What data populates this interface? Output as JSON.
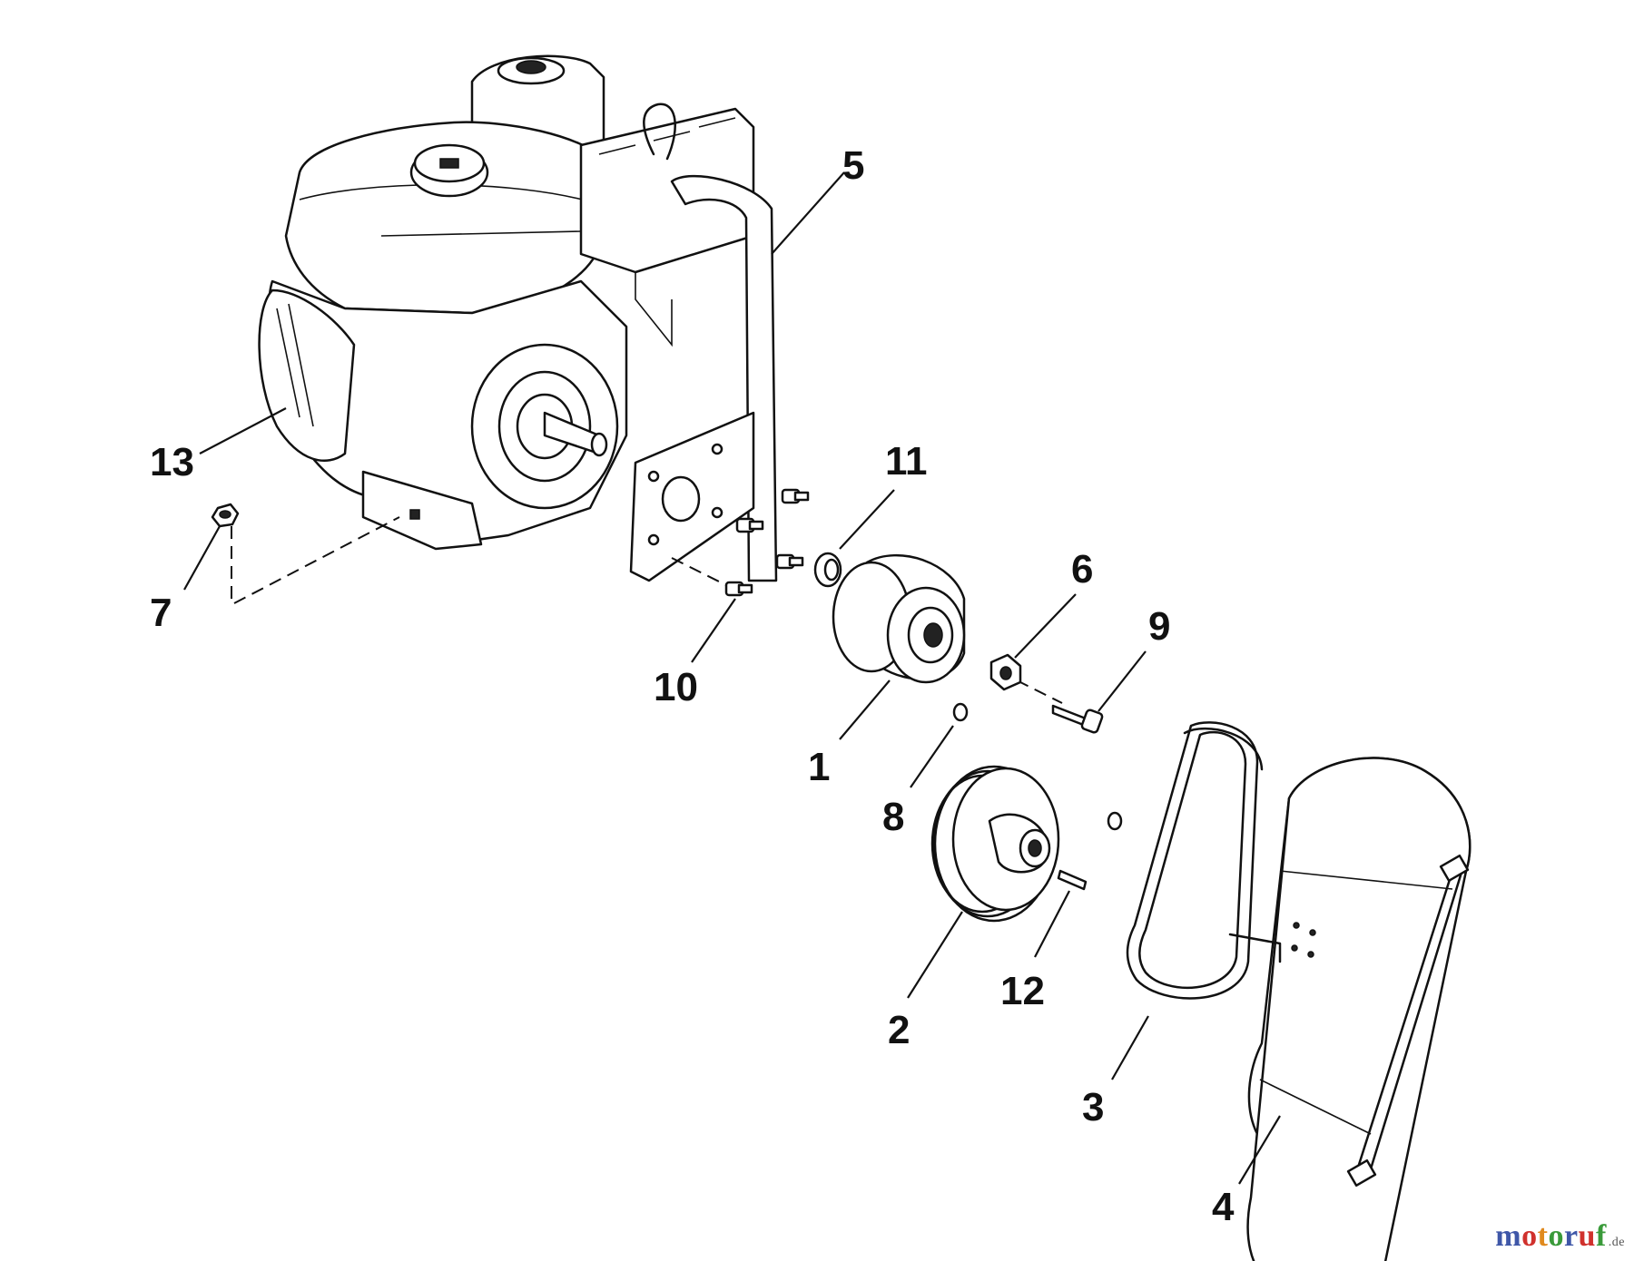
{
  "callouts": [
    {
      "id": "1",
      "text": "1"
    },
    {
      "id": "2",
      "text": "2"
    },
    {
      "id": "3",
      "text": "3"
    },
    {
      "id": "4",
      "text": "4"
    },
    {
      "id": "5",
      "text": "5"
    },
    {
      "id": "6",
      "text": "6"
    },
    {
      "id": "7",
      "text": "7"
    },
    {
      "id": "8",
      "text": "8"
    },
    {
      "id": "9",
      "text": "9"
    },
    {
      "id": "10",
      "text": "10"
    },
    {
      "id": "11",
      "text": "11"
    },
    {
      "id": "12",
      "text": "12"
    },
    {
      "id": "13",
      "text": "13"
    }
  ],
  "watermark": {
    "letters": [
      "m",
      "o",
      "t",
      "o",
      "r",
      "u",
      "f"
    ],
    "letter_colors": [
      "#3f57a8",
      "#d0312d",
      "#e08a1e",
      "#3a9a3a",
      "#3f57a8",
      "#d0312d",
      "#3a9a3a"
    ],
    "tld": ".de"
  }
}
